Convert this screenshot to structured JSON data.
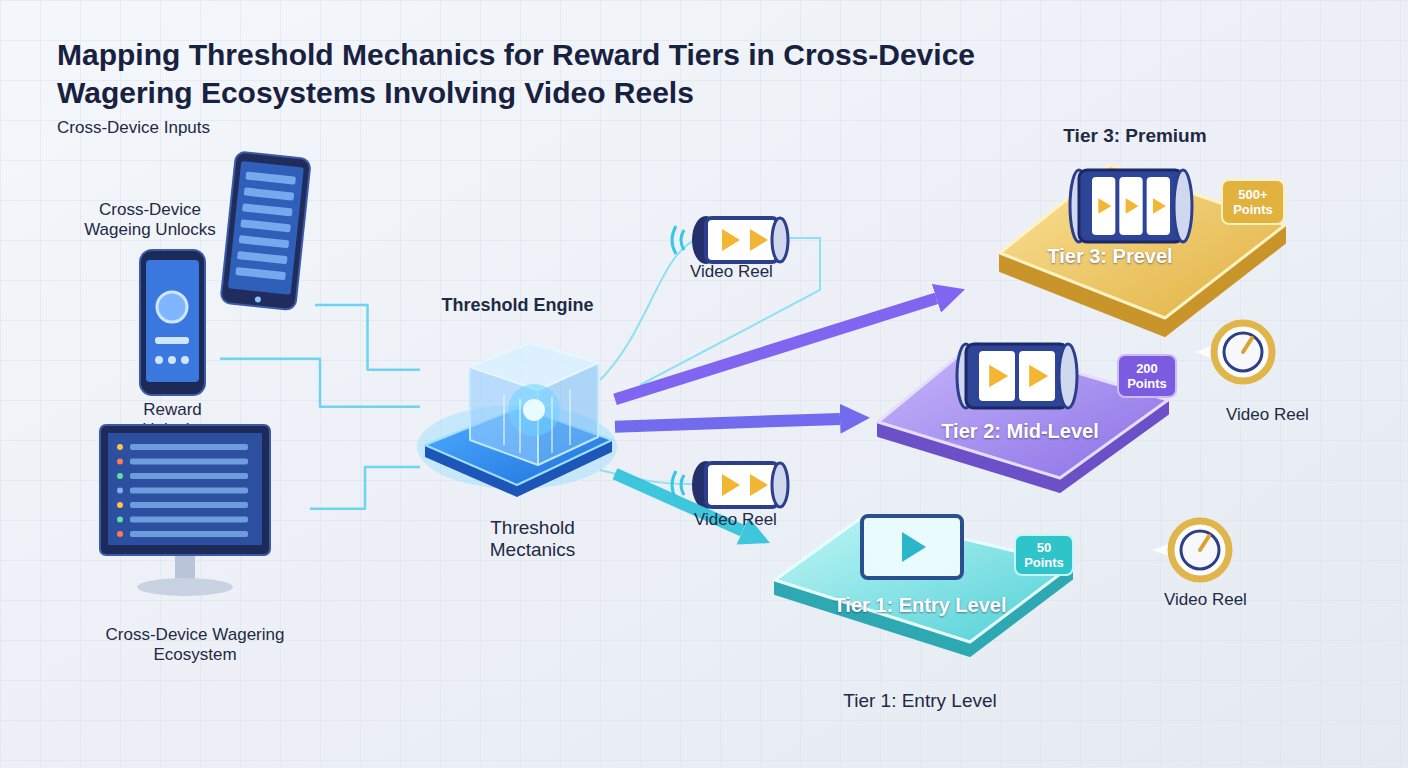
{
  "diagram": {
    "title": "Mapping Threshold Mechanics for Reward Tiers in Cross-Device Wagering Ecosystems Involving Video Reels",
    "nodes": [
      {
        "text": [
          "Cross-Device Wageing Unlocks"
        ]
      },
      {
        "text": [
          "Reward Unlocks"
        ]
      },
      {
        "text": [
          "Cross-Device Wagering Ecosystem"
        ]
      },
      {
        "text": [
          "Threshold Engine",
          "Threshold Mectanics"
        ]
      },
      {
        "text": [
          "Tier 3: Premium",
          "Tier 3: Prevel"
        ]
      },
      {
        "text": [
          "500+ Points"
        ],
        "in": 4
      },
      {
        "text": [
          "Tier 2: Mid-Level"
        ]
      },
      {
        "text": [
          "200 Points"
        ],
        "in": 6
      },
      {
        "text": [
          "Tier 1: Entry Level",
          "Tier 1: Entry Level"
        ]
      },
      {
        "text": [
          "50 Points"
        ],
        "in": 8
      }
    ],
    "edges": [
      {
        "from": 0,
        "to": 3,
        "arrow": "none"
      },
      {
        "from": 1,
        "to": 3,
        "arrow": "none"
      },
      {
        "from": 2,
        "to": 3,
        "arrow": "none"
      },
      {
        "from": 3,
        "to": 4,
        "arrow": "to"
      },
      {
        "from": 3,
        "to": 6,
        "arrow": "to"
      },
      {
        "from": 3,
        "to": 8,
        "arrow": "to"
      }
    ],
    "labels": [
      "Cross-Device Inputs",
      "Video Reel",
      "Video Reel",
      "Video Reel",
      "Video Reel"
    ]
  }
}
